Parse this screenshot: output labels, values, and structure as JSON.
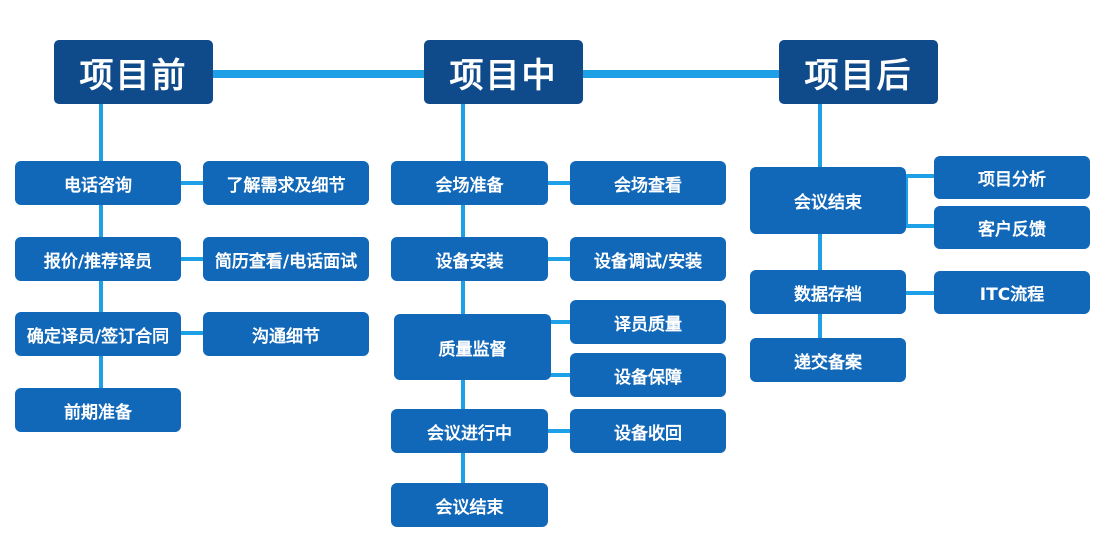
{
  "colors": {
    "phase": "#0f4a8a",
    "box": "#1167b8",
    "connector": "#1ea0e6",
    "text": "#ffffff"
  },
  "phases": [
    {
      "title": "项目前",
      "steps": [
        {
          "label": "电话咨询",
          "details": [
            "了解需求及细节"
          ]
        },
        {
          "label": "报价/推荐译员",
          "details": [
            "简历查看/电话面试"
          ]
        },
        {
          "label": "确定译员/签订合同",
          "details": [
            "沟通细节"
          ]
        },
        {
          "label": "前期准备",
          "details": []
        }
      ]
    },
    {
      "title": "项目中",
      "steps": [
        {
          "label": "会场准备",
          "details": [
            "会场查看"
          ]
        },
        {
          "label": "设备安装",
          "details": [
            "设备调试/安装"
          ]
        },
        {
          "label": "质量监督",
          "details": [
            "译员质量",
            "设备保障"
          ]
        },
        {
          "label": "会议进行中",
          "details": [
            "设备收回"
          ]
        },
        {
          "label": "会议结束",
          "details": []
        }
      ]
    },
    {
      "title": "项目后",
      "steps": [
        {
          "label": "会议结束",
          "details": [
            "项目分析",
            "客户反馈"
          ]
        },
        {
          "label": "数据存档",
          "details": [
            "ITC流程"
          ]
        },
        {
          "label": "递交备案",
          "details": []
        }
      ]
    }
  ]
}
